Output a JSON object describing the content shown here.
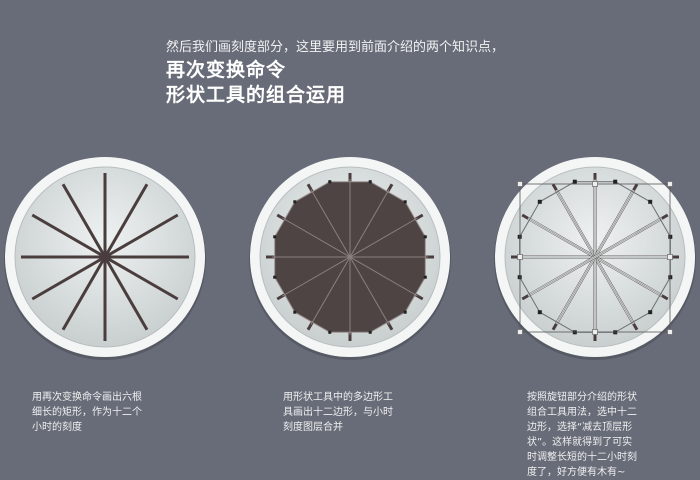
{
  "header": {
    "intro": "然后我们画刻度部分，这里要用到前面介绍的两个知识点，",
    "point1": "再次变换命令",
    "point2": "形状工具的组合运用"
  },
  "steps": [
    {
      "caption": "用再次变换命令画出六根细长的矩形，作为十二个小时的刻度"
    },
    {
      "caption": "用形状工具中的多边形工具画出十二边形，与小时刻度图层合并"
    },
    {
      "caption": "按照旋钮部分介绍的形状组合工具用法，选中十二边形，选择“减去顶层形状”。这样就得到了可实时调整长短的十二小时刻度了，好方便有木有~"
    }
  ],
  "colors": {
    "background": "#676c78",
    "tick": "#4a3d3d",
    "dial": "#dfe3e3"
  }
}
